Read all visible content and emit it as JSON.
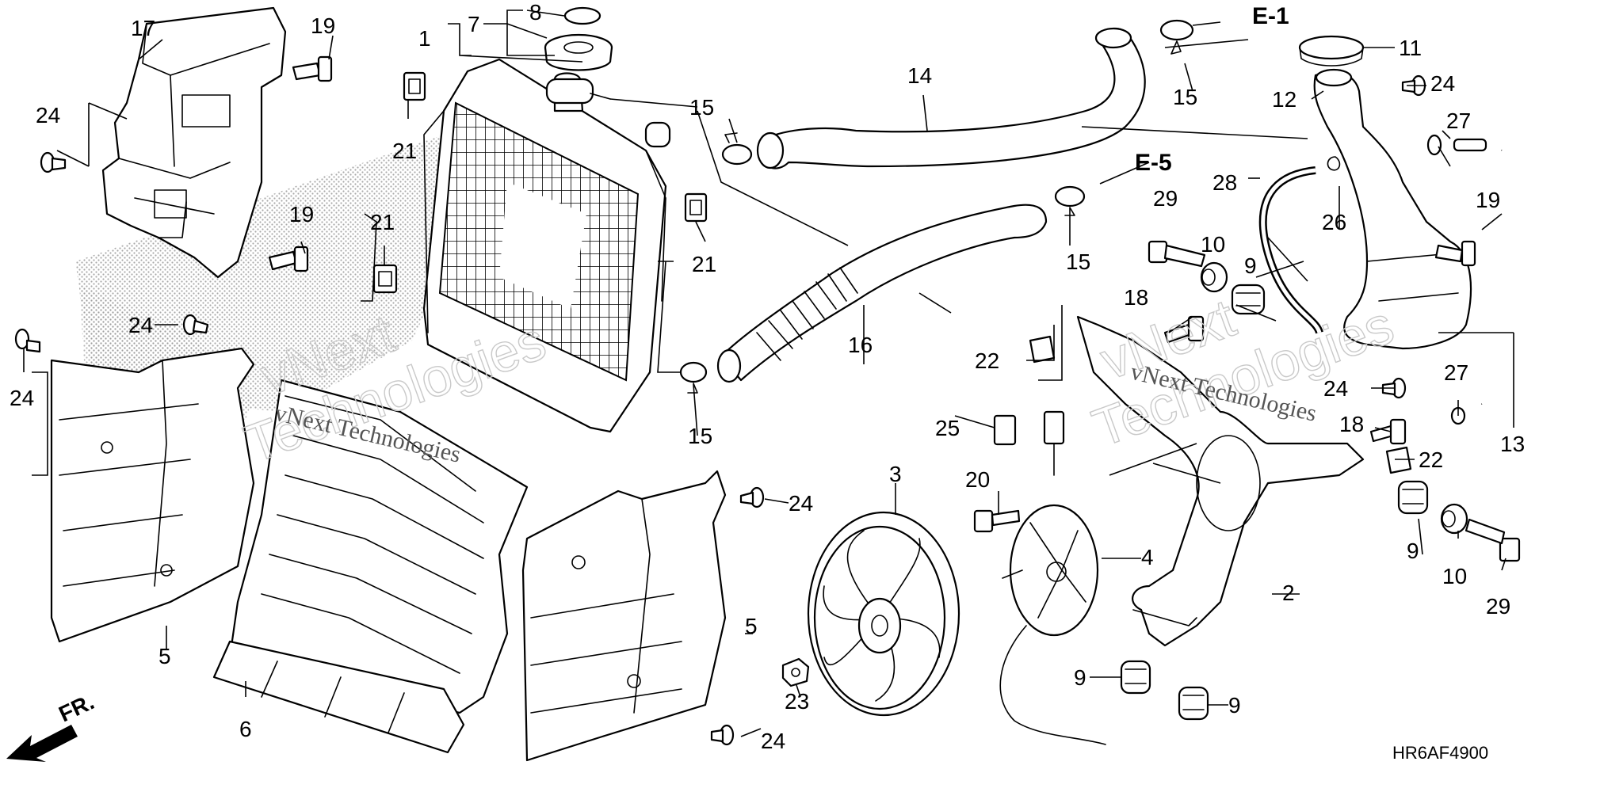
{
  "diagram": {
    "code": "HR6AF4900",
    "front_marker": "FR.",
    "watermark": {
      "brand": "vNext",
      "name": "Technologies",
      "full": "vNext Technologies"
    },
    "refs": {
      "e1": "E-1",
      "e5": "E-5"
    },
    "callouts": {
      "c1": "1",
      "c2": "2",
      "c3": "3",
      "c4": "4",
      "c5": "5",
      "c6": "6",
      "c7": "7",
      "c8": "8",
      "c9": "9",
      "c10": "10",
      "c11": "11",
      "c12": "12",
      "c13": "13",
      "c14": "14",
      "c15": "15",
      "c16": "16",
      "c17": "17",
      "c18": "18",
      "c19": "19",
      "c20": "20",
      "c21": "21",
      "c22": "22",
      "c23": "23",
      "c24": "24",
      "c25": "25",
      "c26": "26",
      "c27": "27",
      "c28": "28",
      "c29": "29"
    }
  }
}
